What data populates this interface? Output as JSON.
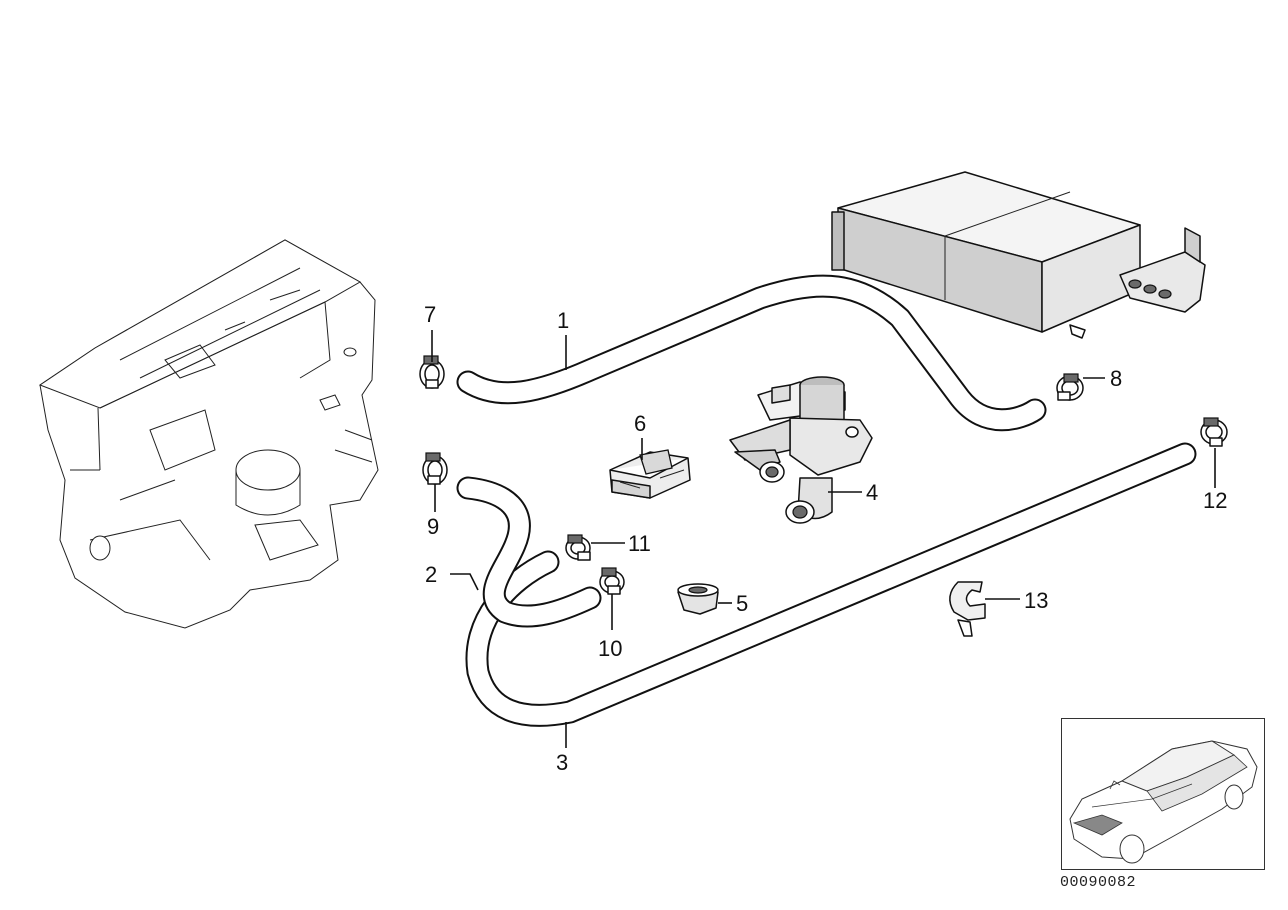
{
  "diagram": {
    "callouts": {
      "c1": "1",
      "c2": "2",
      "c3": "3",
      "c4": "4",
      "c5": "5",
      "c6": "6",
      "c7": "7",
      "c8": "8",
      "c9": "9",
      "c10": "10",
      "c11": "11",
      "c12": "12",
      "c13": "13"
    },
    "diagram_id": "00090082"
  }
}
